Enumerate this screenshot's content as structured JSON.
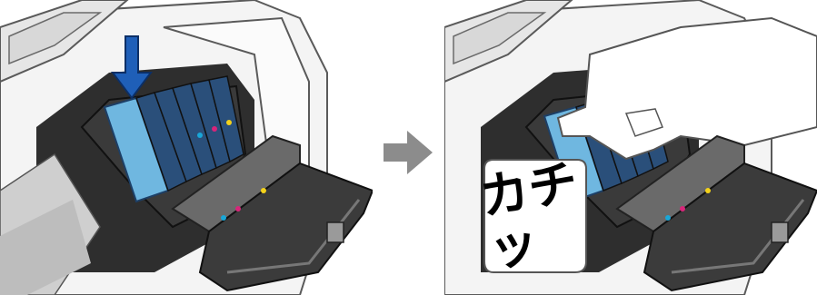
{
  "steps": {
    "before": {
      "figure": "ink-cartridge-insert-illustration"
    },
    "after": {
      "figure": "ink-cartridge-clicked-illustration",
      "sound_effect": "カチッ"
    }
  },
  "transition_icon": "right-arrow-icon",
  "colors": {
    "cartridge_blue": "#6fb7e0",
    "cartridge_dark": "#2a4f7a",
    "holder_black": "#2b2b2b",
    "arrow_blue": "#1f5fb8",
    "arrow_gray": "#8c8c8c",
    "cyan": "#19a7d8",
    "magenta": "#d8257a",
    "yellow": "#f4d21a"
  }
}
